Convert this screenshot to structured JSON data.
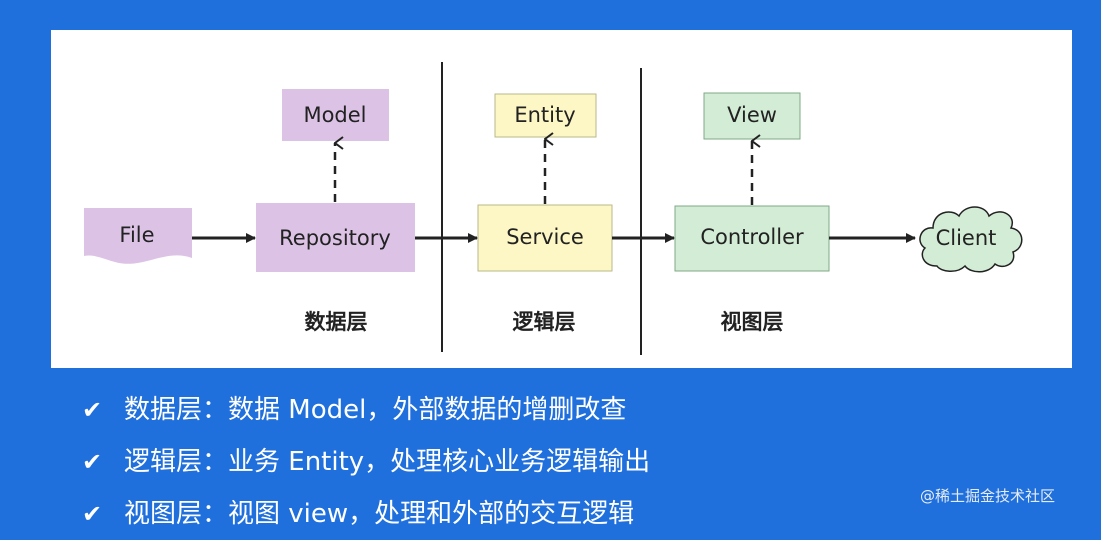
{
  "colors": {
    "background": "#1f6fdc",
    "data_layer": "#dcc3e6",
    "logic_layer": "#fdf7c5",
    "view_layer": "#d3ecd5",
    "client": "#d3ecd5",
    "line": "#222222"
  },
  "diagram": {
    "nodes": {
      "file": "File",
      "repository": "Repository",
      "model": "Model",
      "service": "Service",
      "entity": "Entity",
      "controller": "Controller",
      "view": "View",
      "client": "Client"
    },
    "layers": {
      "data": "数据层",
      "logic": "逻辑层",
      "view": "视图层"
    }
  },
  "bullets": [
    {
      "icon": "check-icon",
      "text": "数据层：数据 Model，外部数据的增删改查"
    },
    {
      "icon": "check-icon",
      "text": "逻辑层：业务 Entity，处理核心业务逻辑输出"
    },
    {
      "icon": "check-icon",
      "text": "视图层：视图 view，处理和外部的交互逻辑"
    }
  ],
  "footer": {
    "brand": "@稀土掘金技术社区"
  }
}
